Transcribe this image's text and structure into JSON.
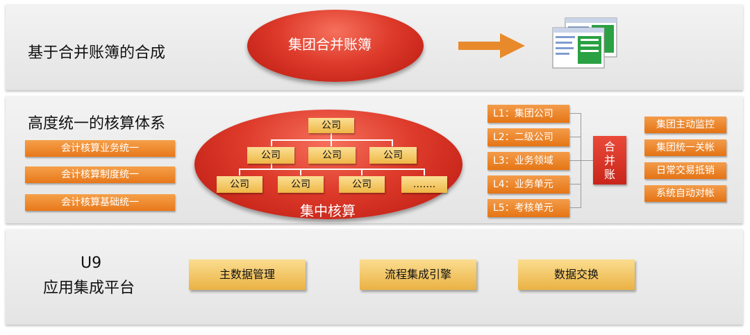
{
  "row1": {
    "title": "基于合并账簿的合成",
    "ellipse_label": "集团合并账簿"
  },
  "row2": {
    "title": "高度统一的核算体系",
    "left_items": [
      "会计核算业务统一",
      "会计核算制度统一",
      "会计核算基础统一"
    ],
    "org_top": "公司",
    "org_mid": [
      "公司",
      "公司",
      "公司"
    ],
    "org_bottom": [
      "公司",
      "公司",
      "公司",
      "……."
    ],
    "ellipse_label": "集中核算",
    "levels": [
      "L1：集团公司",
      "L2：二级公司",
      "L3：业务领域",
      "L4：业务单元",
      "L5：考核单元"
    ],
    "merge_label": [
      "合",
      "并",
      "账"
    ],
    "right_items": [
      "集团主动监控",
      "集团统一关帐",
      "日常交易抵销",
      "系统自动对帐"
    ]
  },
  "row3": {
    "title_line1": "U9",
    "title_line2": "应用集成平台",
    "platform_items": [
      "主数据管理",
      "流程集成引擎",
      "数据交换"
    ]
  },
  "colors": {
    "band": "#ececec",
    "orange": "#e8781a",
    "gold": "#eeb745",
    "red": "#d8281b",
    "arrow": "#e88a2c"
  }
}
